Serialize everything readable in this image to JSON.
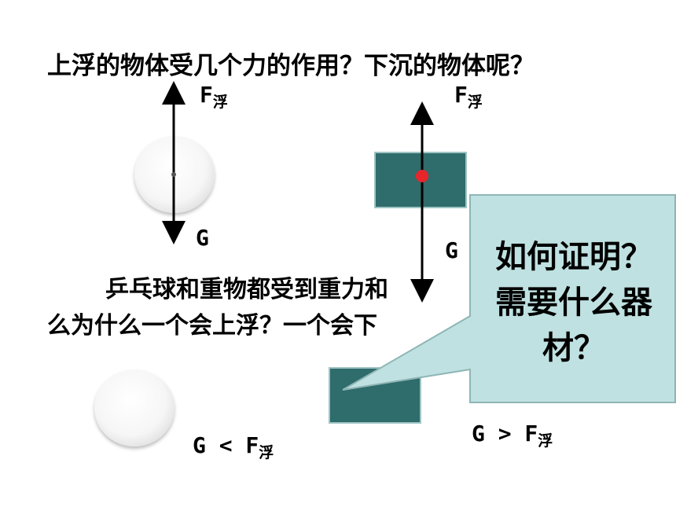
{
  "question": "上浮的物体受几个力的作用？下沉的物体呢？",
  "diagram": {
    "float_force_label": "F",
    "float_force_sub": "浮",
    "gravity_label": "G"
  },
  "paragraph": {
    "line1": "乒乓球和重物都受到重力和",
    "line2": "么为什么一个会上浮？一个会下"
  },
  "comparison": {
    "ball_relation": "G < F",
    "ball_sub": "浮",
    "block_relation": "G > F",
    "block_sub": "浮"
  },
  "callout": {
    "line1": "如何证明？",
    "line2": "需要什么器",
    "line3": "材？"
  },
  "colors": {
    "block": "#2f6c6c",
    "callout_fill": "#bfe1e1",
    "callout_stroke": "#8fb5b5",
    "red_dot": "#e8252a"
  }
}
